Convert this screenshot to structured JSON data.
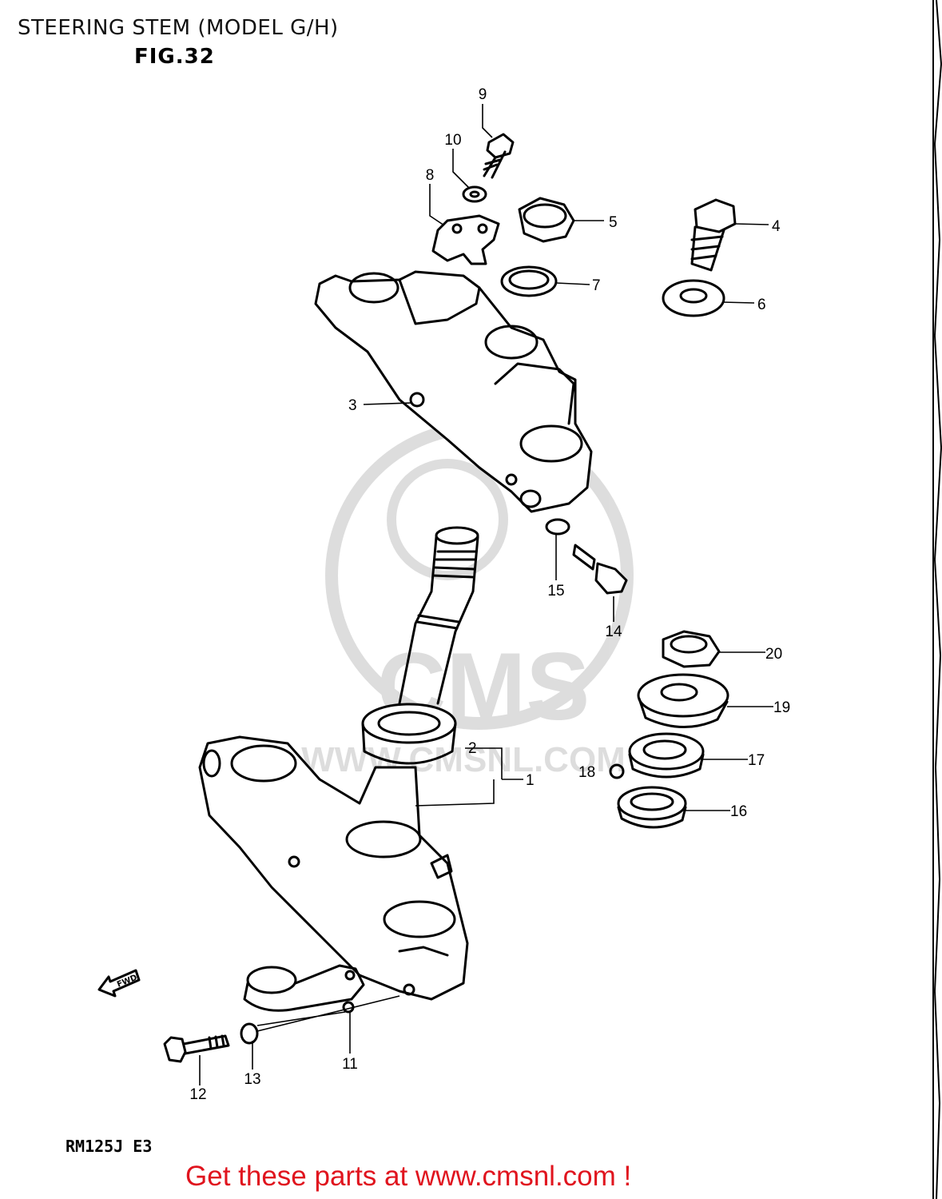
{
  "header": {
    "title": "STEERING STEM (MODEL G/H)",
    "figure": "FIG.32"
  },
  "watermark": {
    "brand": "CMS",
    "url": "WWW.CMSNL.COM"
  },
  "fwd_label": "FWD",
  "footer": {
    "model_code": "RM125J E3",
    "promo": "Get these parts at www.cmsnl.com !",
    "promo_color": "#e0141e"
  },
  "callouts": [
    "1",
    "2",
    "3",
    "4",
    "5",
    "6",
    "7",
    "8",
    "9",
    "10",
    "11",
    "12",
    "13",
    "14",
    "15",
    "16",
    "17",
    "18",
    "19",
    "20"
  ]
}
